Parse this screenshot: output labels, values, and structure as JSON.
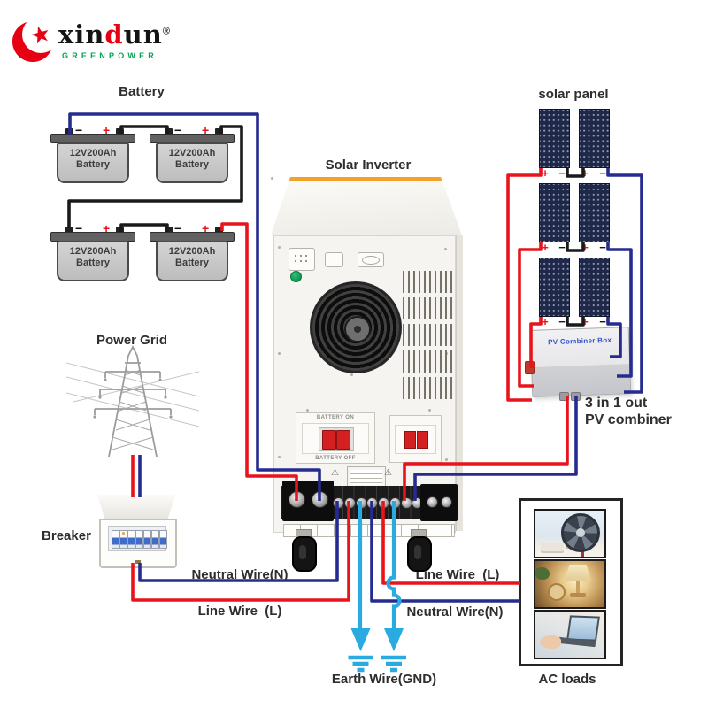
{
  "palette": {
    "wire_red": "#e8141c",
    "wire_blue": "#252b8f",
    "wire_black": "#1a1a1a",
    "wire_cyan": "#29abe2",
    "brand_red": "#e60012",
    "brand_green": "#00a651"
  },
  "logo": {
    "brand_pre": "xin",
    "brand_mid": "d",
    "brand_post": "un",
    "registered": "®",
    "subtitle": "GREENPOWER",
    "star": "★"
  },
  "battery": {
    "title": "Battery",
    "plus": "+",
    "minus": "−",
    "units": [
      {
        "line1": "12V200Ah",
        "line2": "Battery"
      },
      {
        "line1": "12V200Ah",
        "line2": "Battery"
      },
      {
        "line1": "12V200Ah",
        "line2": "Battery"
      },
      {
        "line1": "12V200Ah",
        "line2": "Battery"
      }
    ]
  },
  "inverter": {
    "title": "Solar Inverter",
    "battery_breaker_on": "BATTERY ON",
    "battery_breaker_off": "BATTERY OFF",
    "warning_icon": "⚠"
  },
  "solar": {
    "title": "solar panel",
    "plus": "+",
    "minus": "−"
  },
  "combiner": {
    "box_label": "PV Combiner Box",
    "caption_line1": "3 in 1 out",
    "caption_line2": "PV combiner"
  },
  "power_grid": {
    "title": "Power Grid"
  },
  "breaker": {
    "title": "Breaker"
  },
  "ac_loads": {
    "title": "AC loads"
  },
  "wire_labels": {
    "neutral_left": "Neutral Wire(N)",
    "line_left": "Line Wire  (L)",
    "line_right": "Line Wire  (L)",
    "neutral_right": "Neutral Wire(N)",
    "earth": "Earth Wire(GND)"
  }
}
